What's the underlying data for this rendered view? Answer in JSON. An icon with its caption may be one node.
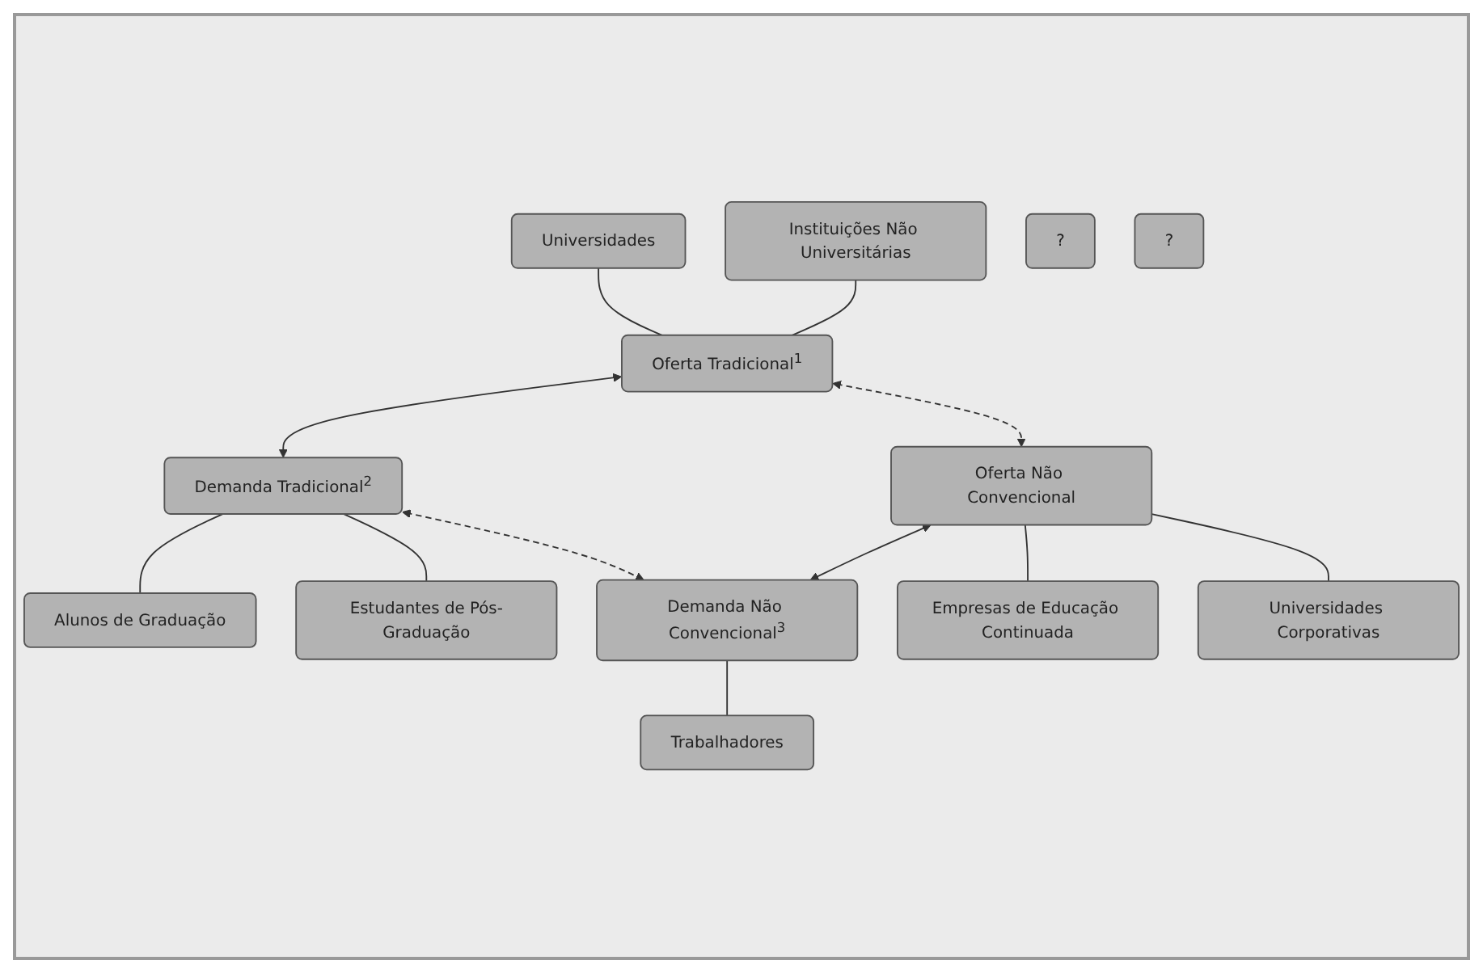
{
  "diagram": {
    "nodes": [
      {
        "text": [
          "Universidades"
        ]
      },
      {
        "text": [
          "Oferta Tradicional$^{1}$"
        ]
      },
      {
        "text": [
          "Alunos de Graduação"
        ]
      },
      {
        "text": [
          "Demanda Tradicional$^{2}$"
        ]
      },
      {
        "text": [
          "Instituições Não Universitárias"
        ]
      },
      {
        "text": [
          "?"
        ]
      },
      {
        "text": [
          "?"
        ]
      },
      {
        "text": [
          "Estudantes de Pós-Graduação"
        ]
      },
      {
        "text": [
          "Oferta Não Convencional"
        ]
      },
      {
        "text": [
          "Demanda Não Convencional$^{3}$"
        ]
      },
      {
        "text": [
          "Empresas de Educação Continuada"
        ]
      },
      {
        "text": [
          "Universidades Corporativas"
        ]
      },
      {
        "text": [
          "Trabalhadores"
        ]
      }
    ],
    "edges": [
      {
        "from": 0,
        "to": 1,
        "arrow": "none"
      },
      {
        "from": 4,
        "to": 1,
        "arrow": "none"
      },
      {
        "from": 1,
        "to": 3,
        "arrow": "both"
      },
      {
        "from": 3,
        "to": 2,
        "arrow": "none"
      },
      {
        "from": 3,
        "to": 7,
        "arrow": "none"
      },
      {
        "from": 1,
        "to": 8,
        "arrow": "both",
        "style": "dashed"
      },
      {
        "from": 3,
        "to": 9,
        "arrow": "both",
        "style": "dashed"
      },
      {
        "from": 8,
        "to": 9,
        "arrow": "both"
      },
      {
        "from": 8,
        "to": 10,
        "arrow": "none"
      },
      {
        "from": 8,
        "to": 11,
        "arrow": "none"
      },
      {
        "from": 9,
        "to": 12,
        "arrow": "none"
      }
    ]
  }
}
